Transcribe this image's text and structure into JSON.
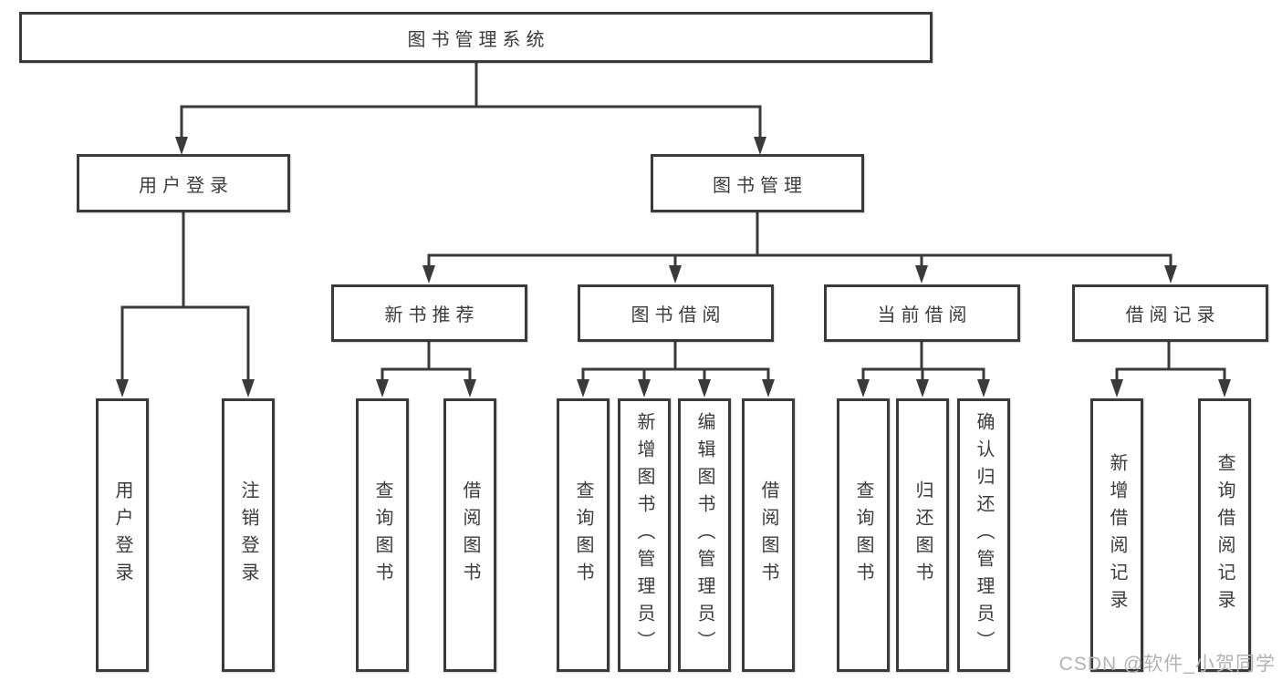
{
  "colors": {
    "line": "#3a3a3a",
    "text": "#3b3b3b",
    "watermark": "#b3b3b3",
    "background": "#ffffff"
  },
  "tree": {
    "root": {
      "label": "图书管理系统"
    },
    "branches": [
      {
        "label": "用户登录",
        "leaves": [
          "用户登录",
          "注销登录"
        ]
      },
      {
        "label": "图书管理",
        "groups": [
          {
            "label": "新书推荐",
            "leaves": [
              "查询图书",
              "借阅图书"
            ]
          },
          {
            "label": "图书借阅",
            "leaves": [
              "查询图书",
              "新增图书（管理员）",
              "编辑图书（管理员）",
              "借阅图书"
            ]
          },
          {
            "label": "当前借阅",
            "leaves": [
              "查询图书",
              "归还图书",
              "确认归还（管理员）"
            ]
          },
          {
            "label": "借阅记录",
            "leaves": [
              "新增借阅记录",
              "查询借阅记录"
            ]
          }
        ]
      }
    ]
  },
  "watermark": {
    "text": "CSDN @软件_小贺同学"
  }
}
